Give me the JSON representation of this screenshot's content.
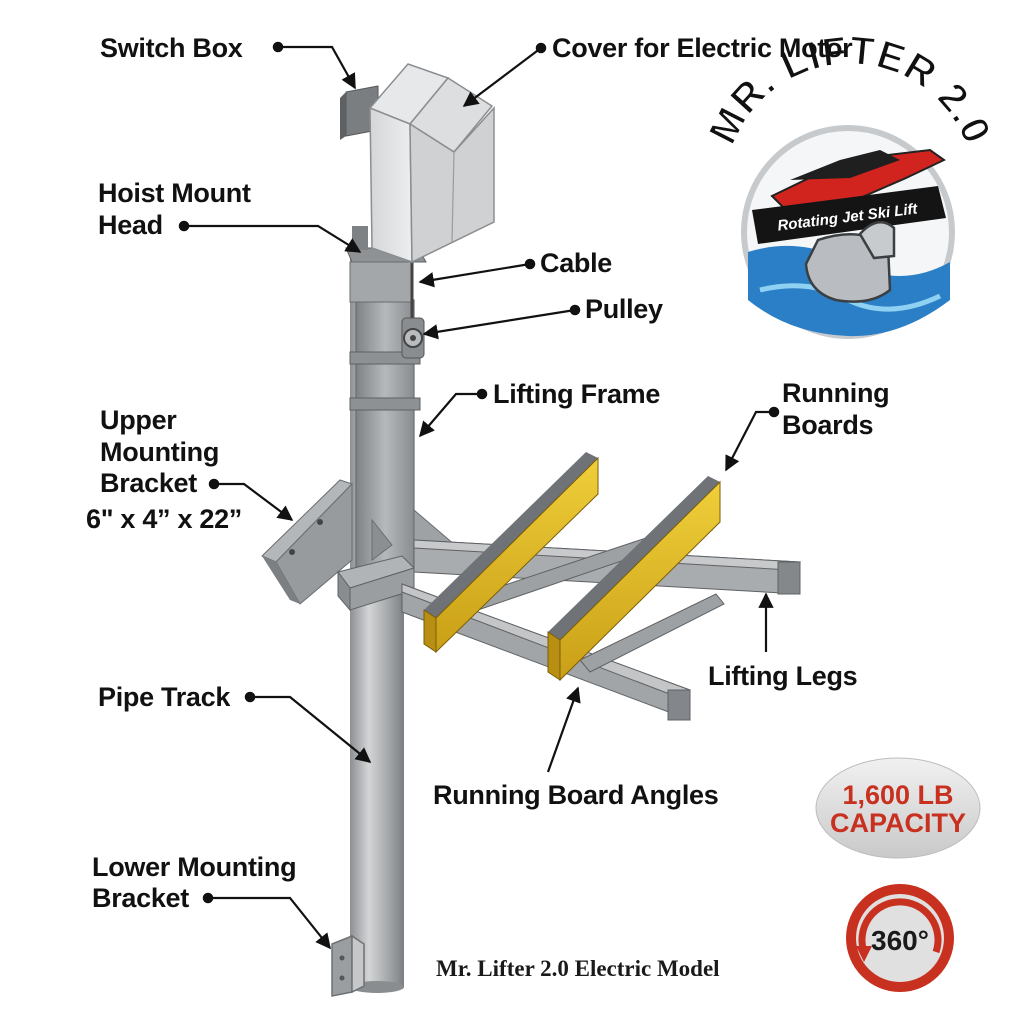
{
  "labels": {
    "switch_box": "Switch Box",
    "cover_motor": "Cover for Electric Motor",
    "hoist_mount_line1": "Hoist Mount",
    "hoist_mount_line2": "Head",
    "cable": "Cable",
    "pulley": "Pulley",
    "lifting_frame": "Lifting Frame",
    "running_boards_line1": "Running",
    "running_boards_line2": "Boards",
    "upper_bracket_line1": "Upper",
    "upper_bracket_line2": "Mounting",
    "upper_bracket_line3": "Bracket",
    "upper_bracket_dims": "6\" x 4” x 22”",
    "lifting_legs": "Lifting Legs",
    "pipe_track": "Pipe Track",
    "running_board_angles": "Running Board Angles",
    "lower_bracket_line1": "Lower Mounting",
    "lower_bracket_line2": "Bracket"
  },
  "logo": {
    "line1": "MR. LIFTER 2.0",
    "banner": "Rotating Jet Ski Lift"
  },
  "capacity_badge": {
    "line1": "1,600 LB",
    "line2": "CAPACITY"
  },
  "rotation_badge": {
    "text": "360°"
  },
  "caption": "Mr. Lifter 2.0 Electric Model",
  "colors": {
    "steel": "#a9acae",
    "board_yellow": "#e7c12b",
    "badge_red": "#c8301f",
    "water_blue": "#2a7fc6",
    "ink": "#111111"
  }
}
